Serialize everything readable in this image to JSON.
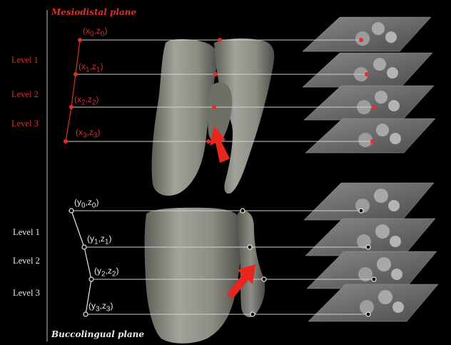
{
  "figure": {
    "top_title": "Mesiodistal plane",
    "bottom_title": "Buccolingual plane",
    "top_levels": [
      "Level 1",
      "Level 2",
      "Level 3"
    ],
    "bottom_levels": [
      "Level 1",
      "Level 2",
      "Level 3"
    ],
    "top_points": [
      {
        "var": "x",
        "sub": "0"
      },
      {
        "var": "x",
        "sub": "1"
      },
      {
        "var": "x",
        "sub": "2"
      },
      {
        "var": "x",
        "sub": "3"
      }
    ],
    "bottom_points": [
      {
        "var": "y",
        "sub": "0"
      },
      {
        "var": "y",
        "sub": "1"
      },
      {
        "var": "y",
        "sub": "2"
      },
      {
        "var": "y",
        "sub": "3"
      }
    ]
  },
  "colors": {
    "background": "#000000",
    "mesiodistal": "#d9302b",
    "buccolingual": "#e9e9e9",
    "arrow": "#e8261f",
    "tooth": "#8e8e86"
  }
}
